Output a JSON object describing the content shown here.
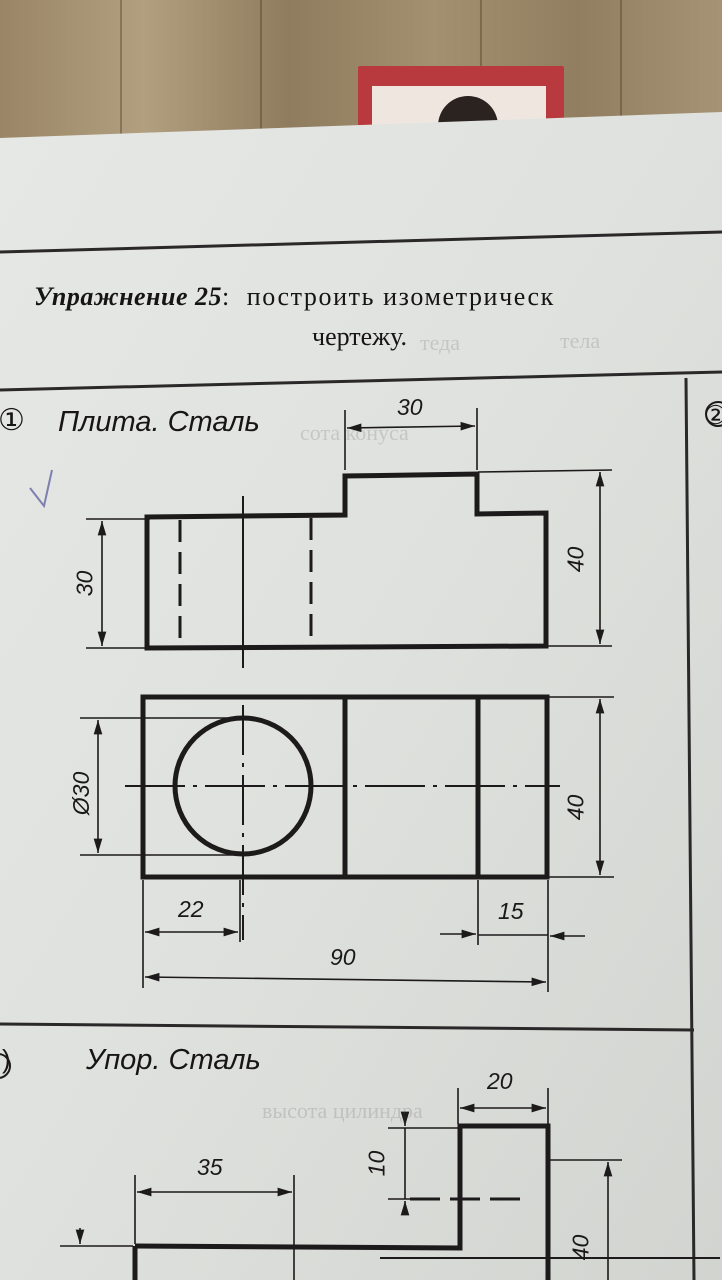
{
  "exercise": {
    "title_bold": "Упражнение 25",
    "title_colon": ":",
    "title_rest": "построить изометрическ",
    "title_line2": "чертежу."
  },
  "part1": {
    "number": "①",
    "title": "Плита. Сталь",
    "dims": {
      "top_width": "30",
      "front_height_left": "30",
      "front_height_right": "40",
      "diameter": "Ø30",
      "plan_height_right": "40",
      "left_offset": "22",
      "right_offset": "15",
      "total_width": "90"
    }
  },
  "part2": {
    "number_partial": ")",
    "title": "Упор. Сталь",
    "dims": {
      "top_width": "20",
      "step_height": "10",
      "left_width": "35",
      "right_height": "40"
    }
  },
  "right_column_number": "②"
}
